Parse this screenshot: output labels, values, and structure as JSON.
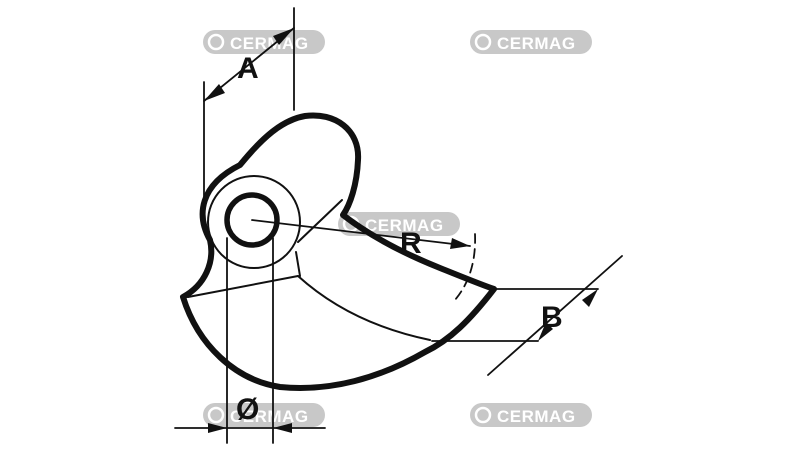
{
  "diagram": {
    "dimension_labels": {
      "a": "A",
      "b": "B",
      "r": "R",
      "diameter": "Ø"
    }
  },
  "watermark": {
    "brand": "CERMAG",
    "icon": "cermag-logo-icon"
  },
  "colors": {
    "ink": "#111111",
    "watermark_fill": "#c8c8c8",
    "watermark_text": "#ffffff",
    "background": "#ffffff"
  }
}
